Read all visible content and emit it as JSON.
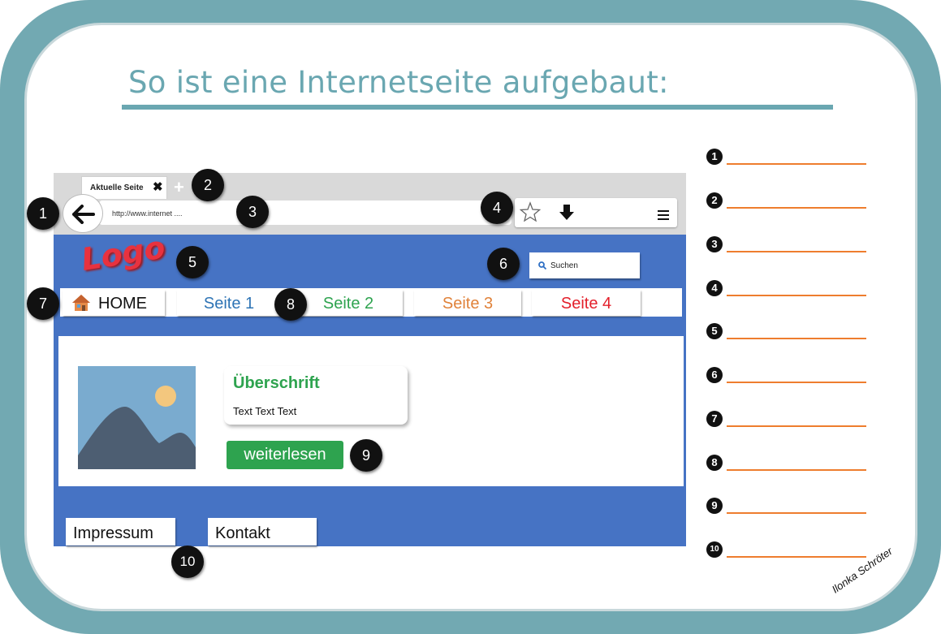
{
  "title": "So ist eine Internetseite aufgebaut:",
  "browser": {
    "tab_label": "Aktuelle Seite",
    "tab_close": "✖",
    "new_tab": "+",
    "url": "http://www.internet ...."
  },
  "website": {
    "logo": "Logo",
    "search_label": "Suchen",
    "nav": {
      "home": "HOME",
      "page1": "Seite 1",
      "page2": "Seite 2",
      "page3": "Seite 3",
      "page4": "Seite 4"
    },
    "article": {
      "heading": "Überschrift",
      "text": "Text Text Text",
      "button": "weiterlesen"
    },
    "footer": {
      "impressum": "Impressum",
      "kontakt": "Kontakt"
    }
  },
  "markers": [
    "1",
    "2",
    "3",
    "4",
    "5",
    "6",
    "7",
    "8",
    "9",
    "10"
  ],
  "legend": [
    "1",
    "2",
    "3",
    "4",
    "5",
    "6",
    "7",
    "8",
    "9",
    "10"
  ],
  "signature": "Ilonka Schröter",
  "colors": {
    "frame": "#72a9b2",
    "title": "#6aa7b1",
    "site_background": "#4673c4",
    "logo": "#e8323f",
    "green": "#2ea34f",
    "orange_lines": "#ee7d2e"
  },
  "icons": [
    "back-arrow-icon",
    "star-icon",
    "download-icon",
    "menu-icon",
    "home-icon",
    "search-icon",
    "image-placeholder-icon"
  ]
}
